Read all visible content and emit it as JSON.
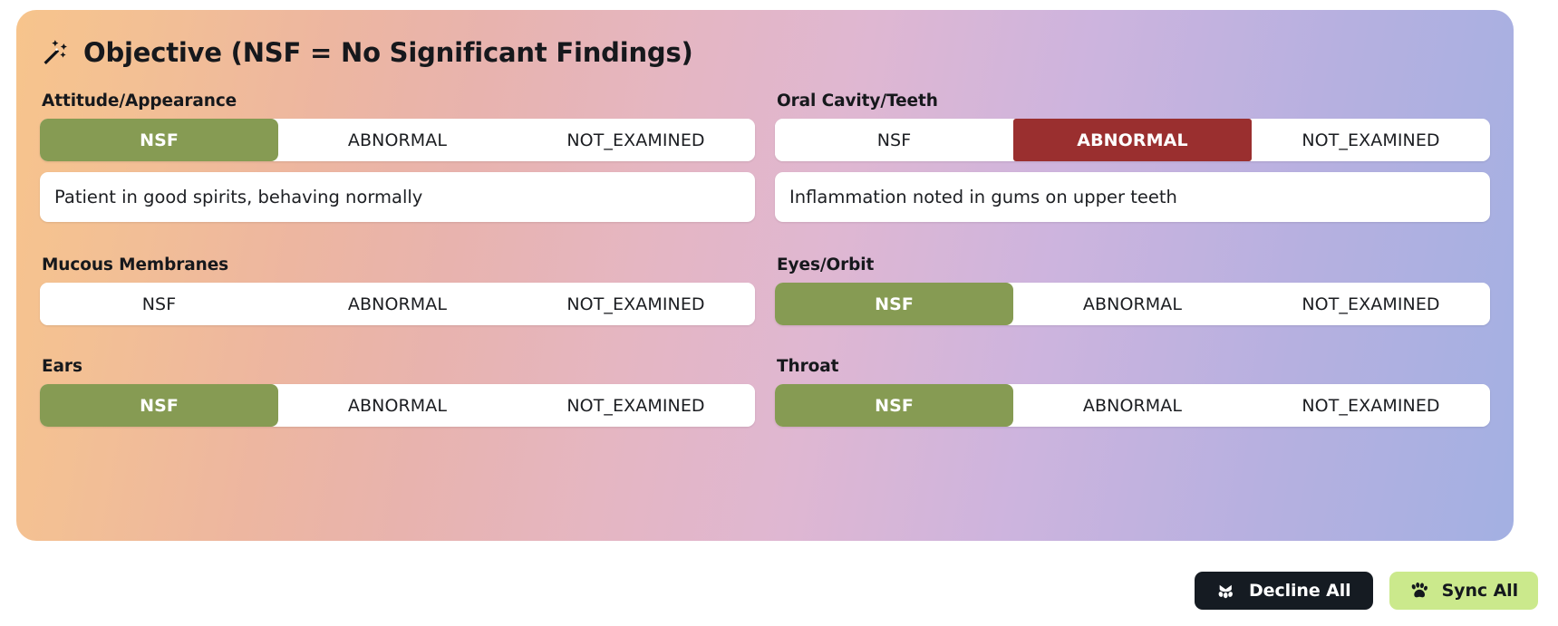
{
  "card": {
    "title": "Objective (NSF = No Significant Findings)",
    "title_icon": "magic-wand-icon",
    "gradient_from": "#f7c48c",
    "gradient_to": "#a3b0e2"
  },
  "options": {
    "nsf": "NSF",
    "abnormal": "ABNORMAL",
    "not_examined": "NOT_EXAMINED"
  },
  "colors": {
    "nsf_selected": "#869b53",
    "abnormal_selected": "#9a2f2f",
    "decline_bg": "#151b22",
    "sync_bg": "#cbe98c"
  },
  "fields": [
    {
      "label": "Attitude/Appearance",
      "selected": "NSF",
      "note": "Patient in good spirits, behaving normally",
      "has_note": true
    },
    {
      "label": "Oral Cavity/Teeth",
      "selected": "ABNORMAL",
      "note": "Inflammation noted in gums on upper teeth",
      "has_note": true
    },
    {
      "label": "Mucous Membranes",
      "selected": "",
      "note": "",
      "has_note": false
    },
    {
      "label": "Eyes/Orbit",
      "selected": "NSF",
      "note": "",
      "has_note": false
    },
    {
      "label": "Ears",
      "selected": "NSF",
      "note": "",
      "has_note": false
    },
    {
      "label": "Throat",
      "selected": "NSF",
      "note": "",
      "has_note": false
    }
  ],
  "actions": {
    "decline_label": "Decline All",
    "decline_icon": "paw-decline-icon",
    "sync_label": "Sync All",
    "sync_icon": "paw-icon"
  }
}
